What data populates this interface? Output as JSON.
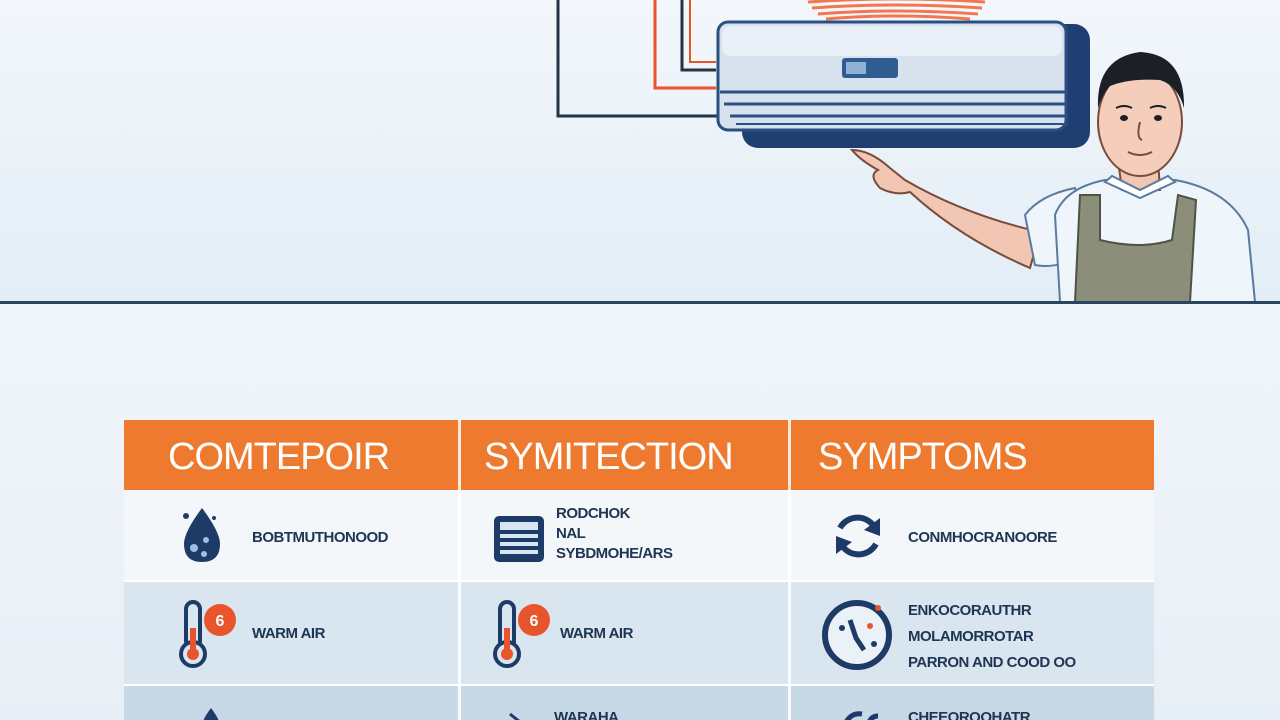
{
  "table": {
    "headers": [
      "COMTEPOIR",
      "SYMITECTION",
      "SYMPTOMS"
    ],
    "rows": [
      {
        "cells": [
          {
            "icon": "water-drop-icon",
            "lines": [
              "BOBTMUTHONOOD"
            ]
          },
          {
            "icon": "ac-unit-icon",
            "lines": [
              "RODCHOK",
              "NAL",
              "SYBDMOHE/ARS"
            ]
          },
          {
            "icon": "refresh-cycle-icon",
            "lines": [
              "CONMHOCRANOORE"
            ]
          }
        ]
      },
      {
        "cells": [
          {
            "icon": "thermometer-icon",
            "lines": [
              "WARM AIR"
            ]
          },
          {
            "icon": "thermometer-icon",
            "lines": [
              "WARM AIR"
            ]
          },
          {
            "icon": "clock-icon",
            "lines": [
              "ENKOCORAUTHR",
              "MOLAMORROTAR",
              "PARRON AND COOD OO"
            ]
          }
        ]
      },
      {
        "cells": [
          {
            "icon": "drop-icon",
            "lines": [
              ""
            ]
          },
          {
            "icon": "arrow-icon",
            "lines": [
              "WARAHA"
            ]
          },
          {
            "icon": "gauge-icon",
            "lines": [
              "CHEEOROOHATR"
            ]
          }
        ]
      }
    ]
  },
  "colors": {
    "header_orange": "#ee7a2f",
    "navy": "#1e3a66",
    "accent_red": "#e8542c"
  }
}
